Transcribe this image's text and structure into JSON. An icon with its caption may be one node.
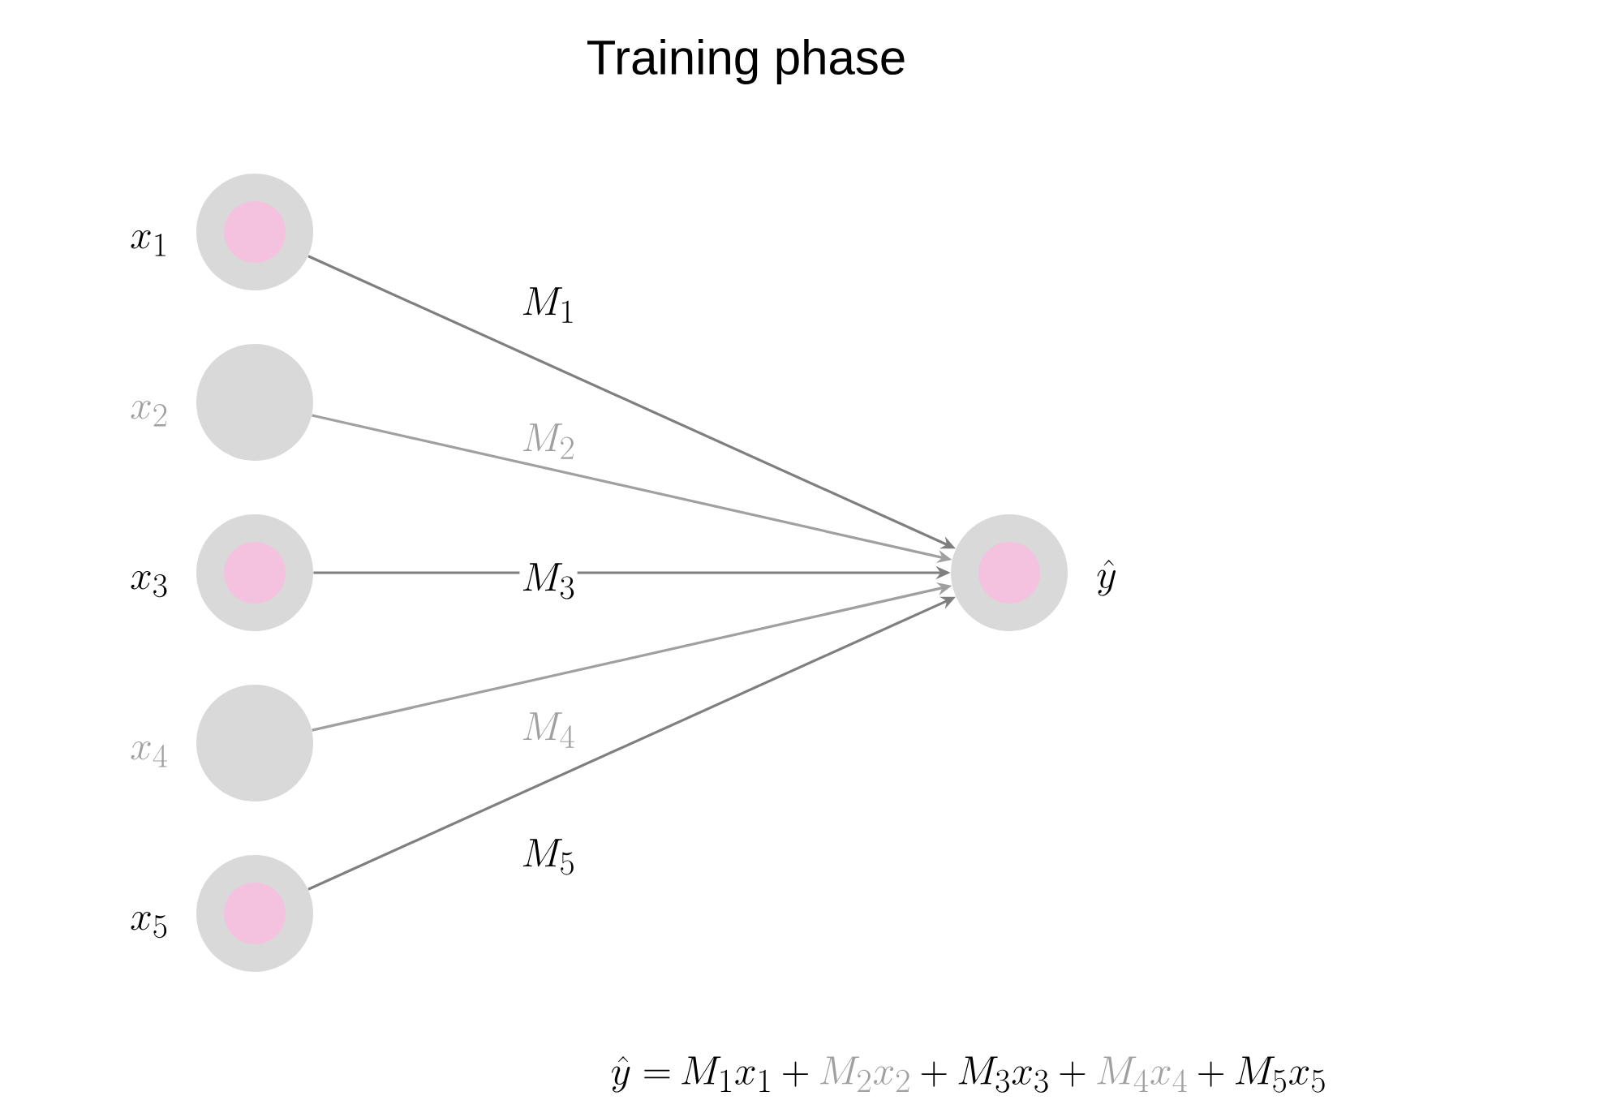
{
  "diagram": {
    "title": "Training phase",
    "nodes": [
      {
        "text": [],
        "shape": "circle",
        "beside": [
          "x_1"
        ]
      },
      {
        "text": [],
        "shape": "circle",
        "beside": [
          "x_2"
        ]
      },
      {
        "text": [],
        "shape": "circle",
        "beside": [
          "x_3"
        ]
      },
      {
        "text": [],
        "shape": "circle",
        "beside": [
          "x_4"
        ]
      },
      {
        "text": [],
        "shape": "circle",
        "beside": [
          "x_5"
        ]
      },
      {
        "text": [],
        "shape": "circle",
        "beside": [
          "\\hat{y}"
        ]
      }
    ],
    "edges": [
      {
        "from": 0,
        "to": 5,
        "arrow": "to",
        "label": "M_1"
      },
      {
        "from": 1,
        "to": 5,
        "arrow": "to",
        "label": "M_2",
        "color": "#a0a0a0"
      },
      {
        "from": 2,
        "to": 5,
        "arrow": "to",
        "label": "M_3"
      },
      {
        "from": 3,
        "to": 5,
        "arrow": "to",
        "label": "M_4",
        "color": "#a0a0a0"
      },
      {
        "from": 4,
        "to": 5,
        "arrow": "to",
        "label": "M_5"
      }
    ],
    "labels": [
      "\\hat{y} =",
      "M_1x_1",
      "+",
      "M_2x_2",
      "+",
      "M_3x_3",
      "+",
      "M_4x_4",
      "+",
      "M_5x_5"
    ]
  }
}
